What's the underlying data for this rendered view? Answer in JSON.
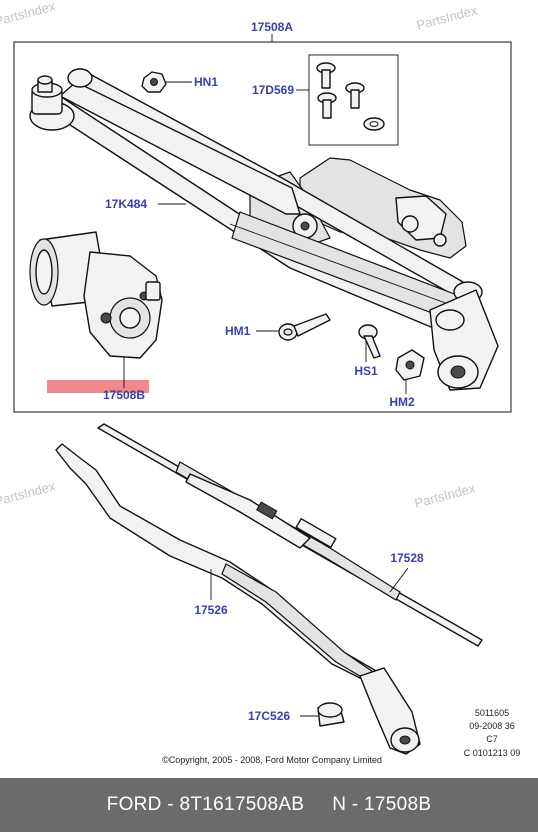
{
  "watermarks": [
    "PartsIndex",
    "PartsIndex",
    "PartsIndex",
    "PartsIndex"
  ],
  "callouts": {
    "frame": "17508A",
    "nut": "HN1",
    "bolt_kit": "17D569",
    "linkage": "17K484",
    "motor": "17508B",
    "bolt": "HM1",
    "screw": "HS1",
    "nut2": "HM2",
    "blade": "17528",
    "arm": "17526",
    "cap": "17C526"
  },
  "reference_codes": [
    "5011605",
    "09-2008 36",
    "C7",
    "C 0101213 09"
  ],
  "copyright": "©Copyright, 2005 - 2008, Ford Motor Company Limited",
  "footer": {
    "part_number": "FORD - 8T1617508AB",
    "position": "N - 17508B"
  },
  "colors": {
    "callout": "#3a3fb0",
    "highlight": "#f08a8a",
    "footer_bg": "#6b6b6b",
    "watermark": "#c4c4c4"
  }
}
